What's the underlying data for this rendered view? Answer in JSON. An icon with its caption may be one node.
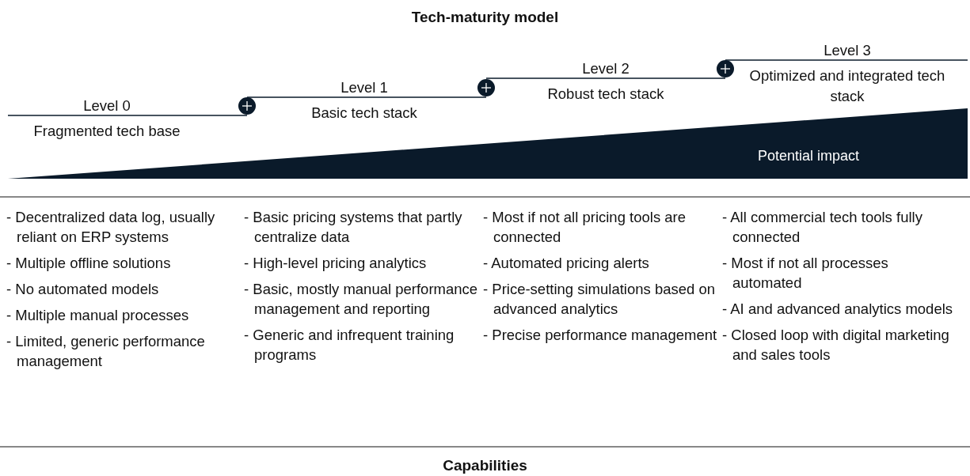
{
  "diagram": {
    "title": "Tech-maturity model",
    "caption": "Capabilities",
    "nodes": [
      {
        "text": [
          "Potential impact"
        ]
      }
    ],
    "labels": [
      "Level 0",
      "Fragmented tech base",
      "Level 1",
      "Basic tech stack",
      "Level 2",
      "Robust tech stack",
      "Level 3",
      "Optimized and integrated tech stack",
      "- Decentralized data log, usually reliant on ERP systems",
      "- Multiple offline solutions",
      "- No automated models",
      "- Multiple manual processes",
      "- Limited, generic performance management",
      "- Basic pricing systems that partly centralize data",
      "- High-level pricing analytics",
      "- Basic, mostly manual performance management and reporting",
      "- Generic and infrequent training programs",
      "- Most if not all pricing tools are connected",
      "- Automated pricing alerts",
      "- Price-setting simulations based on advanced analytics",
      "- Precise performance management",
      "- All commercial tech tools fully connected",
      "- Most if not all processes automated",
      "- AI and advanced analytics models",
      "- Closed loop with digital marketing and sales tools"
    ]
  }
}
